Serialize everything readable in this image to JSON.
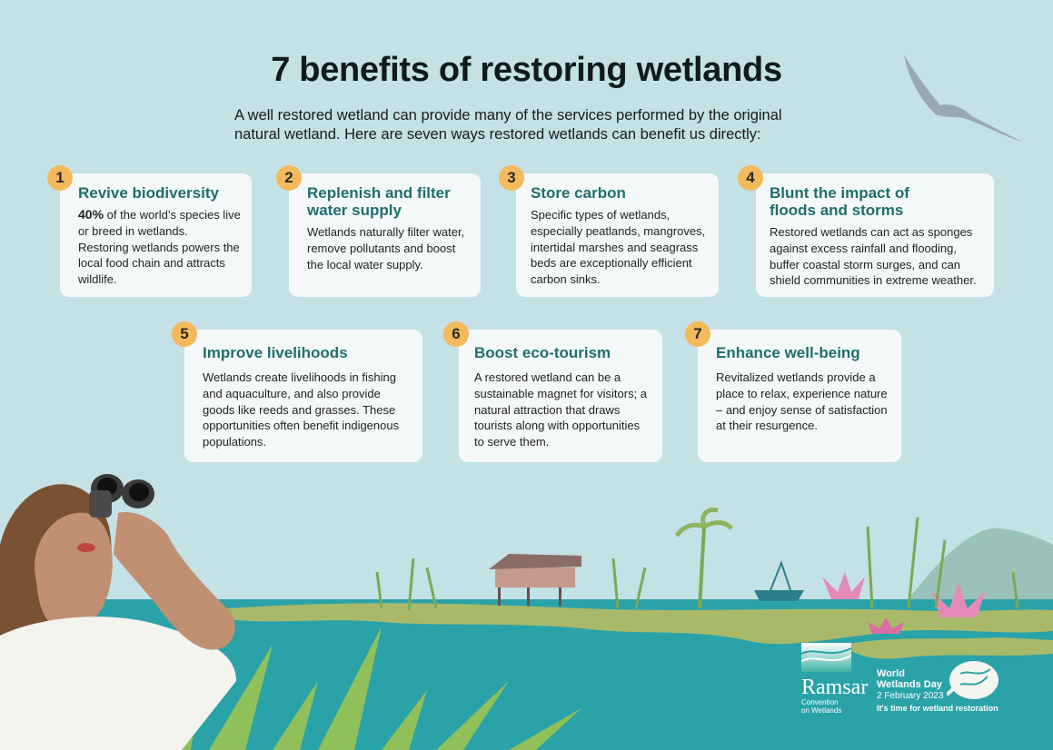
{
  "header": {
    "title": "7 benefits of restoring wetlands",
    "intro": "A well restored wetland can provide many of the services performed by the original natural wetland. Here are seven ways restored wetlands can benefit us directly:"
  },
  "colors": {
    "background": "#c4e1e6",
    "card": "#f4f8f9",
    "heading": "#1f6e6c",
    "badge": "#f4b95a",
    "water": "#2aa3a8"
  },
  "benefits": [
    {
      "number": "1",
      "title": "Revive biodiversity",
      "highlight": "40%",
      "text": " of the world’s species live or breed in wetlands. Restoring wetlands powers the local food chain and attracts wildlife."
    },
    {
      "number": "2",
      "title": "Replenish and filter water supply",
      "text": "Wetlands naturally filter water, remove pollutants and boost the local water supply."
    },
    {
      "number": "3",
      "title": "Store carbon",
      "text": "Specific types of wetlands, especially peatlands, mangroves, intertidal marshes and seagrass beds are exceptionally efficient carbon sinks."
    },
    {
      "number": "4",
      "title": "Blunt the impact of floods and storms",
      "text": "Restored wetlands can act as sponges against excess rainfall and flooding, buffer coastal storm surges, and can shield communities in extreme weather."
    },
    {
      "number": "5",
      "title": "Improve livelihoods",
      "text": "Wetlands create livelihoods in fishing and aquaculture, and also provide goods like reeds and grasses. These opportunities often benefit indigenous populations."
    },
    {
      "number": "6",
      "title": "Boost eco-tourism",
      "text": "A restored wetland can be a sustainable magnet for visitors; a natural attraction that draws tourists along with opportunities to serve them."
    },
    {
      "number": "7",
      "title": "Enhance well-being",
      "text": "Revitalized wetlands provide a place to relax, experience nature – and enjoy sense of satisfaction at their resurgence."
    }
  ],
  "footer": {
    "ramsar_name": "Ramsar",
    "ramsar_sub1": "Convention",
    "ramsar_sub2": "on Wetlands",
    "event_line1": "World",
    "event_line2": "Wetlands Day",
    "event_date": "2 February 2023",
    "tagline": "It's time for wetland restoration"
  }
}
